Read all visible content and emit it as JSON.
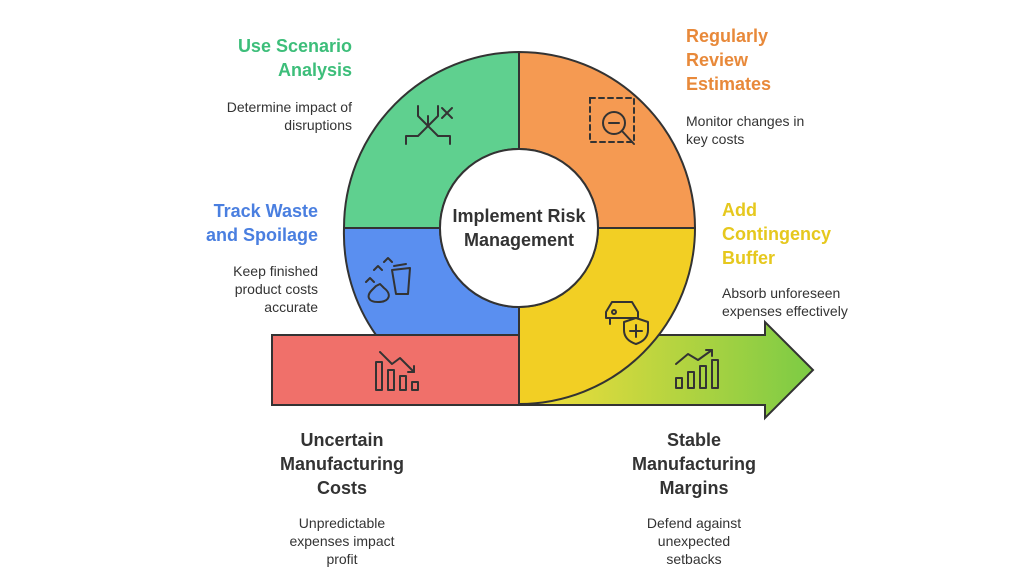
{
  "center": {
    "line1": "Implement Risk",
    "line2": "Management"
  },
  "steps": {
    "scenario": {
      "title1": "Use Scenario",
      "title2": "Analysis",
      "desc1": "Determine impact of",
      "desc2": "disruptions",
      "color": "#3DBE7A",
      "fill": "#5FD08F",
      "icon": "decision-branch-icon"
    },
    "review": {
      "title1": "Regularly",
      "title2": "Review",
      "title3": "Estimates",
      "desc1": "Monitor changes in",
      "desc2": "key costs",
      "color": "#E8893A",
      "fill": "#F59A52",
      "icon": "magnify-minus-icon"
    },
    "waste": {
      "title1": "Track Waste",
      "title2": "and Spoilage",
      "desc1": "Keep finished",
      "desc2": "product costs",
      "desc3": "accurate",
      "color": "#4A7FE0",
      "fill": "#5A8FF0",
      "icon": "waste-bag-icon"
    },
    "buffer": {
      "title1": "Add",
      "title2": "Contingency",
      "title3": "Buffer",
      "desc1": "Absorb unforeseen",
      "desc2": "expenses effectively",
      "color": "#E6C81E",
      "fill": "#F2CF24",
      "icon": "car-shield-icon"
    }
  },
  "start": {
    "title1": "Uncertain",
    "title2": "Manufacturing",
    "title3": "Costs",
    "desc1": "Unpredictable",
    "desc2": "expenses impact",
    "desc3": "profit",
    "color": "#333333",
    "fill": "#F0706A",
    "icon": "declining-chart-icon"
  },
  "end": {
    "title1": "Stable",
    "title2": "Manufacturing",
    "title3": "Margins",
    "desc1": "Defend against",
    "desc2": "unexpected",
    "desc3": "setbacks",
    "color": "#333333",
    "fill": "#8CD04C",
    "icon": "rising-chart-icon"
  }
}
